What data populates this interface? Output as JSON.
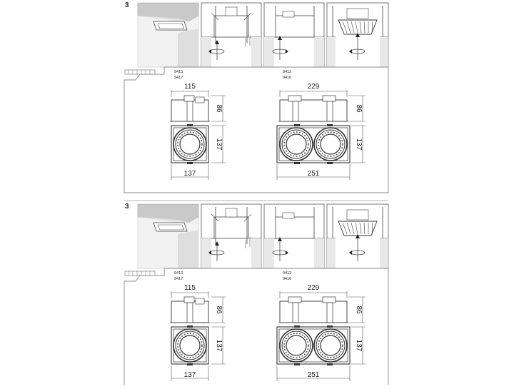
{
  "sheets": [
    {
      "step_number": "3",
      "left_models": [
        "9413",
        "9417"
      ],
      "right_models": [
        "9412",
        "9416"
      ],
      "single": {
        "width_top": "115",
        "height_top": "86",
        "height_bottom": "137",
        "width_bottom": "137"
      },
      "double": {
        "width_top": "229",
        "height_top": "86",
        "height_bottom": "137",
        "width_bottom": "251"
      }
    },
    {
      "step_number": "3",
      "left_models": [
        "9413",
        "9417"
      ],
      "right_models": [
        "9412",
        "9416"
      ],
      "single": {
        "width_top": "115",
        "height_top": "86",
        "height_bottom": "137",
        "width_bottom": "137"
      },
      "double": {
        "width_top": "229",
        "height_top": "86",
        "height_bottom": "137",
        "width_bottom": "251"
      }
    }
  ],
  "colors": {
    "ceiling_top": "#c9c9c9",
    "ceiling_side": "#e3e3e3",
    "ceiling_front": "#f2f2f2",
    "line": "#444444"
  }
}
